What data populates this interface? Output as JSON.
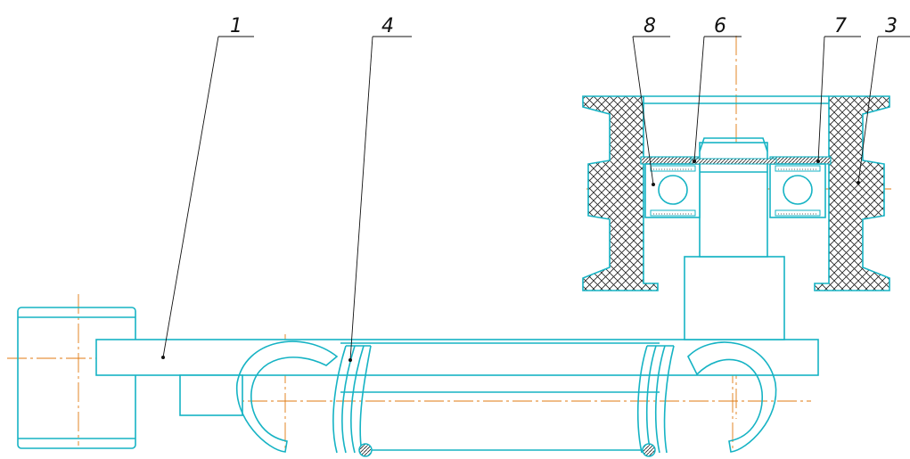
{
  "callouts": [
    {
      "id": "1",
      "text": "1"
    },
    {
      "id": "4",
      "text": "4"
    },
    {
      "id": "8",
      "text": "8"
    },
    {
      "id": "6",
      "text": "6"
    },
    {
      "id": "7",
      "text": "7"
    },
    {
      "id": "3",
      "text": "3"
    }
  ],
  "colors": {
    "outline": "#16b3c4",
    "centerline": "#e07a10",
    "leader": "#111111",
    "hatch": "#222222"
  }
}
